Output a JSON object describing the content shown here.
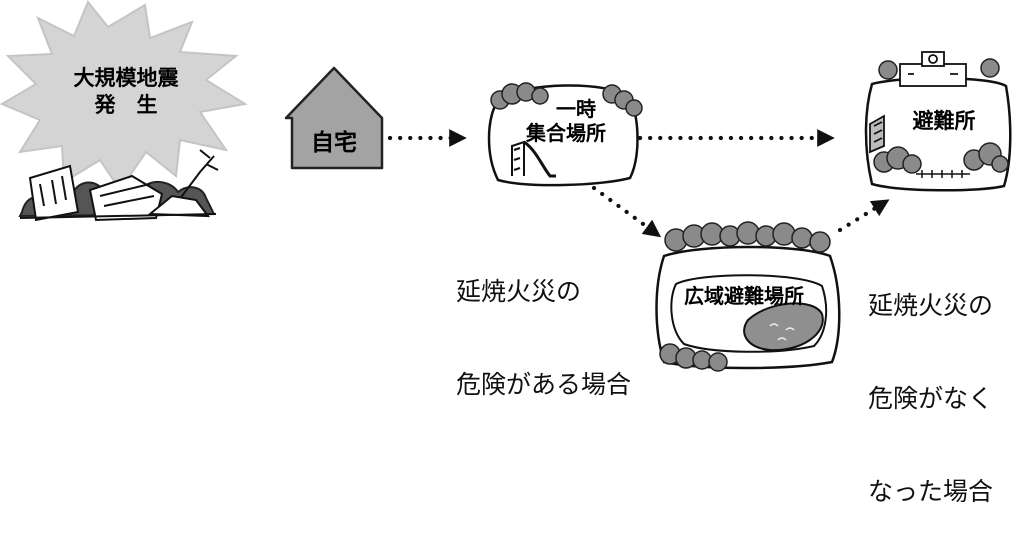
{
  "earthquake": {
    "line1": "大規模地震",
    "line2": "発　生"
  },
  "home": {
    "label": "自宅"
  },
  "temporary_site": {
    "line1": "一時",
    "line2": "集合場所"
  },
  "evacuation_site": {
    "label": "避難所"
  },
  "wide_area_site": {
    "label": "広域避難場所"
  },
  "condition_fire_risk": {
    "line1": "延焼火災の",
    "line2": "危険がある場合"
  },
  "condition_fire_cleared": {
    "line1": "延焼火災の",
    "line2": "危険がなく",
    "line3": "なった場合"
  },
  "colors": {
    "burst_fill": "#d4d4d4",
    "house_fill": "#a3a3a3",
    "ink": "#111111",
    "tree_fill": "#8a8a8a"
  }
}
